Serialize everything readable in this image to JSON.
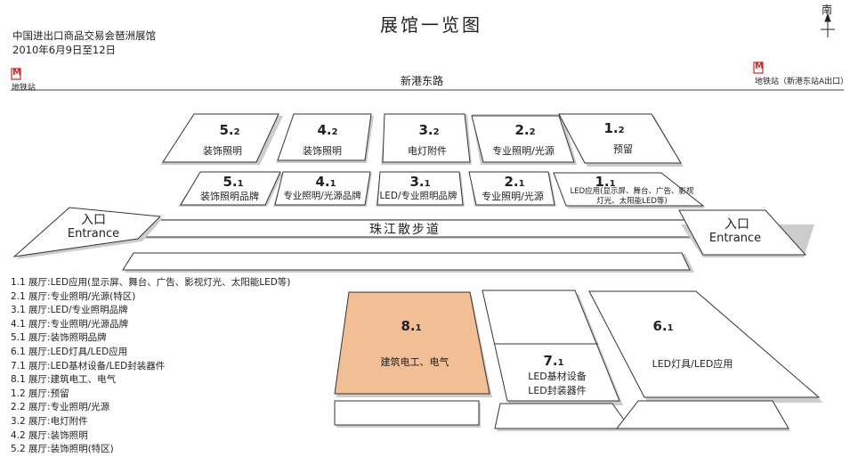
{
  "header": {
    "title": "展馆一览图",
    "organizer": "中国进出口商品交易会琶洲展馆",
    "dates": "2010年6月9日至12日",
    "north": "南"
  },
  "metro": {
    "icon_letter": "M",
    "left_label": "地铁站",
    "right_label": "地铁站（新港东站A出口）"
  },
  "road": "新港东路",
  "walkway": "珠江散步道",
  "entrances": {
    "left": {
      "cn": "入口",
      "en": "Entrance"
    },
    "right": {
      "cn": "入口",
      "en": "Entrance"
    }
  },
  "halls": [
    {
      "id": "5.2",
      "num": "5.",
      "sub": "2",
      "category": "装饰照明"
    },
    {
      "id": "4.2",
      "num": "4.",
      "sub": "2",
      "category": "装饰照明"
    },
    {
      "id": "3.2",
      "num": "3.",
      "sub": "2",
      "category": "电灯附件"
    },
    {
      "id": "2.2",
      "num": "2.",
      "sub": "2",
      "category": "专业照明/光源"
    },
    {
      "id": "1.2",
      "num": "1.",
      "sub": "2",
      "category": "预留"
    },
    {
      "id": "5.1",
      "num": "5.",
      "sub": "1",
      "category": "装饰照明品牌"
    },
    {
      "id": "4.1",
      "num": "4.",
      "sub": "1",
      "category": "专业照明/光源品牌"
    },
    {
      "id": "3.1",
      "num": "3.",
      "sub": "1",
      "category": "LED/专业照明品牌"
    },
    {
      "id": "2.1",
      "num": "2.",
      "sub": "1",
      "category": "专业照明/光源"
    },
    {
      "id": "1.1",
      "num": "1.",
      "sub": "1",
      "category": "LED应用(显示屏、舞台、广告、影视 灯光、太阳能LED等)"
    },
    {
      "id": "8.1",
      "num": "8.",
      "sub": "1",
      "category": "建筑电工、电气"
    },
    {
      "id": "7.1",
      "num": "7.",
      "sub": "1",
      "category": "LED基材设备 LED封装器件"
    },
    {
      "id": "6.1",
      "num": "6.",
      "sub": "1",
      "category": "LED灯具/LED应用"
    }
  ],
  "legend": [
    "1.1 展厅:LED应用(显示屏、舞台、广告、影视灯光、太阳能LED等)",
    "2.1 展厅:专业照明/光源(特区)",
    "3.1 展厅:LED/专业照明品牌",
    "4.1 展厅:专业照明/光源品牌",
    "5.1 展厅:装饰照明品牌",
    "6.1 展厅:LED灯具/LED应用",
    "7.1 展厅:LED基材设备/LED封装器件",
    "8.1 展厅:建筑电工、电气",
    "1.2 展厅:预留",
    "2.2 展厅:专业照明/光源",
    "3.2 展厅:电灯附件",
    "4.2 展厅:装饰照明",
    "5.2 展厅:装饰照明(特区)"
  ],
  "colors": {
    "highlight_hall": "#f2be94",
    "metro_icon": "#d22222",
    "outline": "#333333"
  }
}
